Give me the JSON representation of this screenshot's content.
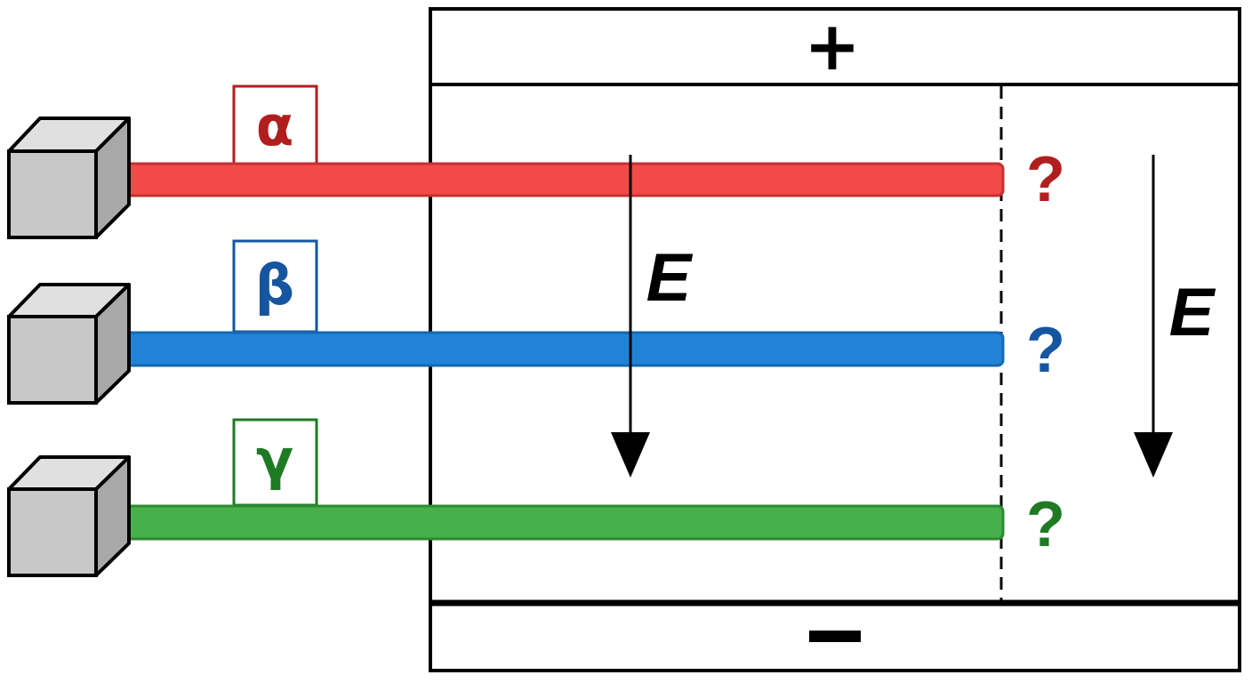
{
  "plates": {
    "top_sign": "+",
    "bottom_sign": "−"
  },
  "field": {
    "label_left": "E",
    "label_right": "E"
  },
  "beams": [
    {
      "name": "alpha",
      "label": "α",
      "unknown": "?",
      "color": "#f24a47",
      "label_color": "#b01e1e"
    },
    {
      "name": "beta",
      "label": "β",
      "unknown": "?",
      "color": "#2183d6",
      "label_color": "#1656a0"
    },
    {
      "name": "gamma",
      "label": "γ",
      "unknown": "?",
      "color": "#46b04a",
      "label_color": "#1f7a24"
    }
  ],
  "colors": {
    "outline": "#000000",
    "source_front": "#c8c8c8",
    "source_top": "#e0e0e0",
    "source_side": "#a8a8a8"
  }
}
